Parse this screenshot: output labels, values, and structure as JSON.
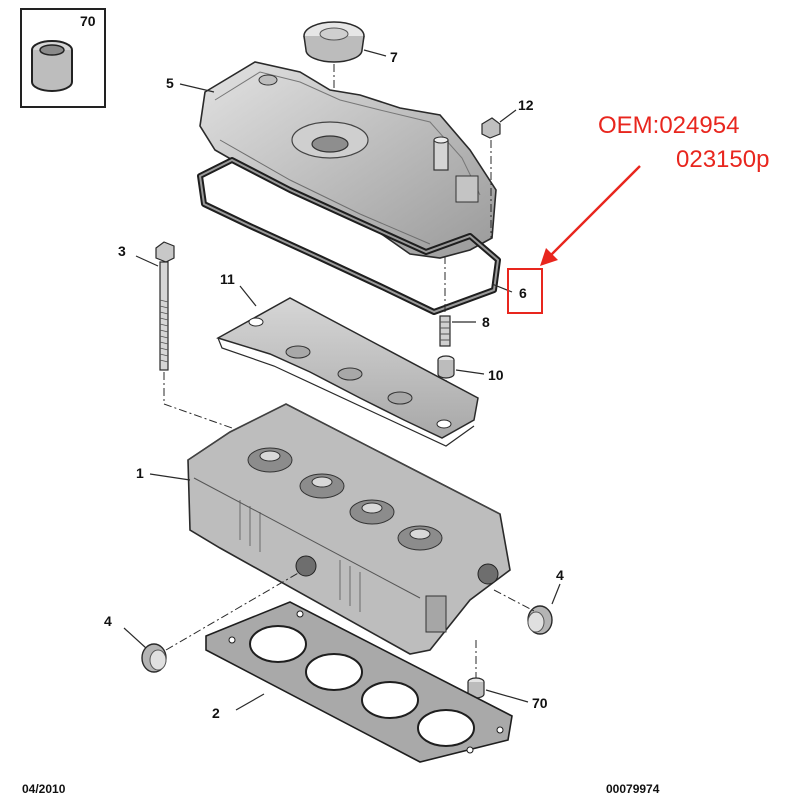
{
  "callouts": {
    "inset": "70",
    "cap": "7",
    "cover": "5",
    "screw": "12",
    "bolt": "3",
    "baffle": "11",
    "gasket_cover": "6",
    "stud": "8",
    "spacer": "10",
    "head": "1",
    "plug_right": "4",
    "plug_left": "4",
    "head_gasket": "2",
    "dowel": "70"
  },
  "oem": {
    "line1": "OEM:024954",
    "line2": "023150p"
  },
  "footer": {
    "date": "04/2010",
    "ref": "00079974"
  },
  "colors": {
    "annotation": "#e8261e",
    "part_fill": "#c9c9c9",
    "part_stroke": "#2a2a2a"
  }
}
